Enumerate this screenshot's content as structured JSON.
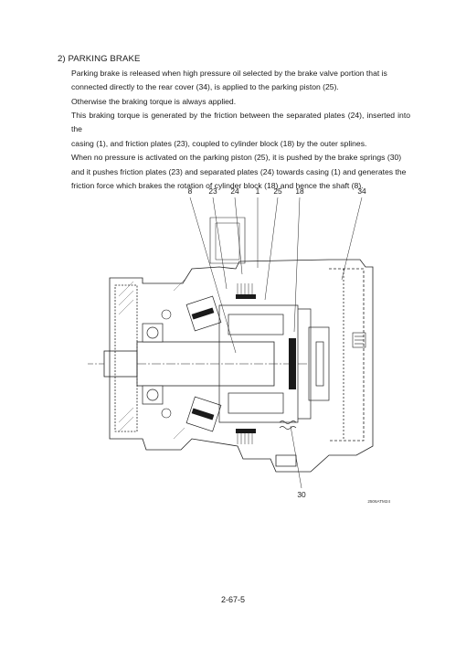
{
  "section": {
    "heading": "2) PARKING BRAKE",
    "paragraph1": [
      "Parking brake is released when high pressure oil selected by the brake valve portion that is",
      "connected directly to the rear cover (34), is applied to the parking piston (25).",
      "Otherwise the braking torque is always applied."
    ],
    "paragraph2": [
      "This braking torque is generated by the friction between the separated plates (24), inserted into the",
      "casing (1), and friction plates (23), coupled to cylinder block (18) by the outer splines.",
      "When no pressure is activated on the parking piston (25), it is pushed by the brake springs (30)",
      "and it pushes friction plates (23) and separated plates (24) towards casing (1) and generates the",
      "friction force which brakes the rotation of cylinder block (18) and hence the shaft (8)."
    ]
  },
  "figure": {
    "callouts_top": [
      "8",
      "23",
      "24",
      "1",
      "25",
      "18",
      "34"
    ],
    "callout_bottom": "30",
    "figure_id": "2506ATM24"
  },
  "page_number": "2-67-5"
}
